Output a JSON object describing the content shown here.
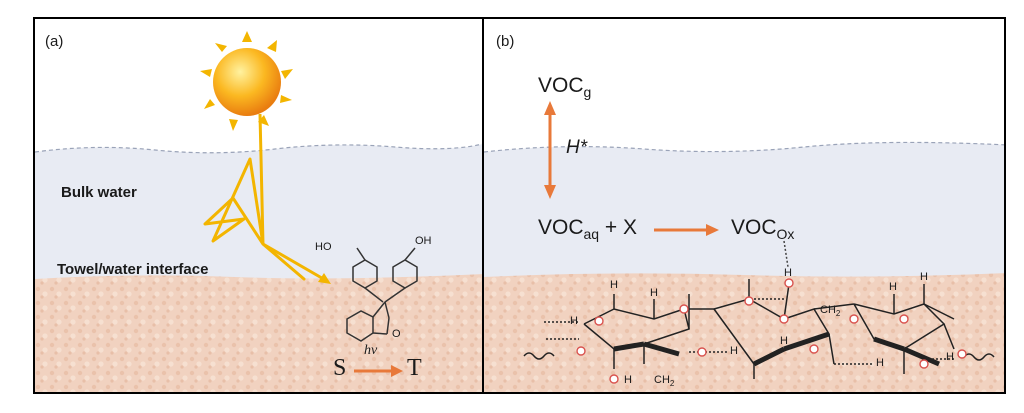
{
  "panel_a": {
    "label": "(a)",
    "bulk_water_label": "Bulk water",
    "interface_label": "Towel/water interface",
    "molecule_labels": {
      "oh_left": "HO",
      "oh_right": "OH",
      "carbonyl_o": "O"
    },
    "transition": {
      "from": "S",
      "arrow_label": "hv",
      "to": "T"
    }
  },
  "panel_b": {
    "label": "(b)",
    "voc_gas": {
      "main": "VOC",
      "sub": "g"
    },
    "henry_label": "H*",
    "voc_aq": {
      "main": "VOC",
      "sub": "aq",
      "suffix": " + X"
    },
    "voc_ox": {
      "main": "VOC",
      "sub": "Ox"
    },
    "cellulose_atoms": {
      "h": "H",
      "o": "O",
      "ch2": "CH",
      "ch2_sub": "2"
    }
  },
  "colors": {
    "sky": "#ffffff",
    "water": "#e8ebf3",
    "towel": "#f0cfbc",
    "sun_ray": "#f3b500",
    "arrow": "#e8793a",
    "oxygen": "#d9534f"
  }
}
